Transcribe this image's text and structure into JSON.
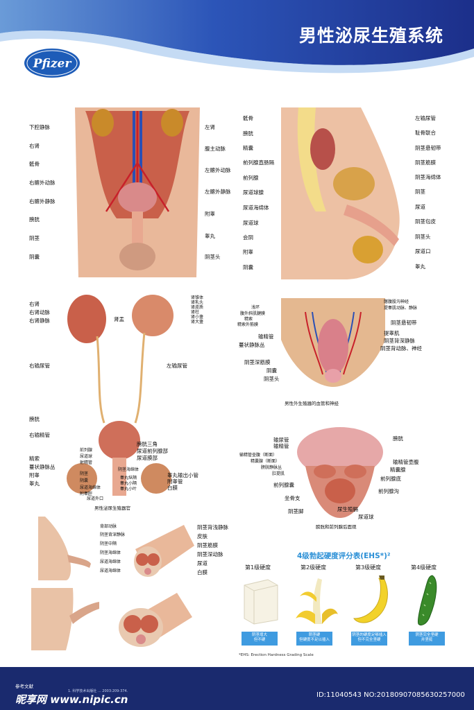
{
  "header": {
    "title": "男性泌尿生殖系统",
    "logo_text": "Pfizer"
  },
  "panel1": {
    "labels_left": [
      "下腔静脉",
      "右肾",
      "骶骨",
      "右髂外动脉",
      "右髂外静脉",
      "膀胱",
      "阴茎",
      "阴囊"
    ],
    "labels_right": [
      "左肾",
      "腹主动脉",
      "左髂外动脉",
      "左髂外静脉",
      "附睾",
      "睾丸",
      "阴茎头"
    ]
  },
  "panel2": {
    "labels_left": [
      "骶骨",
      "膀胱",
      "精囊",
      "前列腺直肠隔",
      "前列腺",
      "尿道球腺",
      "尿道海绵体",
      "尿道球",
      "会阴",
      "附睾",
      "阴囊"
    ],
    "labels_right": [
      "左输尿管",
      "耻骨联合",
      "阴茎悬韧带",
      "阴茎筋膜",
      "阴茎海绵体",
      "阴茎",
      "尿道",
      "阴茎包皮",
      "阴茎头",
      "尿道口",
      "睾丸"
    ]
  },
  "panel3": {
    "labels_left": [
      "右肾",
      "右肾动脉",
      "右肾静脉",
      "右输尿管",
      "膀胱",
      "右输精管",
      "精索",
      "蔓状静脉丛",
      "附睾",
      "睾丸"
    ],
    "kidney_right": [
      "肾锥体",
      "肾乳头",
      "肾皮质",
      "肾柱",
      "肾小盏",
      "肾大盏"
    ],
    "hilum": "肾盂",
    "label_right_ureter": "左输尿管",
    "labels_center_left": [
      "前列腺",
      "尿道球",
      "射精管",
      "阴茎",
      "阴囊",
      "尿道海绵体",
      "附睾腔",
      "尿道外口"
    ],
    "labels_center_right": [
      "膀胱三角",
      "尿道前列腺部",
      "尿道膜部",
      "睾丸输出小管",
      "附睾管",
      "白膜"
    ],
    "labels_center_small": [
      "阴茎海绵体",
      "睾丸纵隔",
      "睾丸小隔",
      "睾丸小叶"
    ],
    "caption": "男性泌尿生殖器官"
  },
  "panel4": {
    "labels_left": [
      "浅环",
      "腹外斜肌腱膜",
      "精索",
      "精索外筋膜",
      "输精管",
      "蔓状静脉丛",
      "阴茎深筋膜",
      "阴囊",
      "阴茎头"
    ],
    "labels_right": [
      "髂腹股沟神经",
      "提睾肌动脉、静脉",
      "阴茎悬韧带",
      "提睾肌",
      "阴茎背深静脉",
      "阴茎背动脉、神经"
    ],
    "caption": "男性外生殖器的血管和神经"
  },
  "panel5": {
    "labels_left": [
      "输尿管",
      "输精管",
      "输精管壶腹（断面）",
      "精囊腺（断面）",
      "膀胱静脉丛",
      "肛提肌",
      "前列腺囊",
      "坐骨支",
      "阴茎脚"
    ],
    "labels_right": [
      "膀胱",
      "输精管壶腹",
      "精囊腺",
      "前列腺底",
      "前列腺沟",
      "尿生殖膈",
      "尿道球"
    ],
    "caption": "膀胱和前列腺后面观"
  },
  "panel6": {
    "labels_left": [
      "背部动脉",
      "阴茎背深静脉",
      "阴茎中隔",
      "阴茎海绵体",
      "尿道海绵体",
      "尿道海绵体"
    ],
    "labels_right": [
      "阴茎背浅静脉",
      "皮肤",
      "阴茎筋膜",
      "阴茎深动脉",
      "尿道",
      "白膜"
    ]
  },
  "ehs": {
    "title": "4级勃起硬度评分表(EHS*)²",
    "grades": [
      {
        "name": "第1级硬度",
        "desc_1": "阴茎增大",
        "desc_2": "但不硬"
      },
      {
        "name": "第2级硬度",
        "desc_1": "阴茎硬",
        "desc_2": "但硬度不足以插入"
      },
      {
        "name": "第3级硬度",
        "desc_1": "阴茎的硬度足够插入",
        "desc_2": "但不完全坚硬"
      },
      {
        "name": "第4级硬度",
        "desc_1": "阴茎完全坚硬",
        "desc_2": "并坚挺"
      }
    ],
    "note": "*EHS: Erection Hardness Grading Scale"
  },
  "footer": {
    "ref_title": "参考文献",
    "ref_line": "1. 科学技术出版社 ... 2003:209-374.",
    "watermark": "昵享网 www.nipic.cn",
    "id_text": "ID:11040543 NO:20180907085630257000"
  },
  "colors": {
    "header_blue": "#1f3a8f",
    "accent_blue": "#3f9be0",
    "footer_navy": "#1a2a6e"
  }
}
